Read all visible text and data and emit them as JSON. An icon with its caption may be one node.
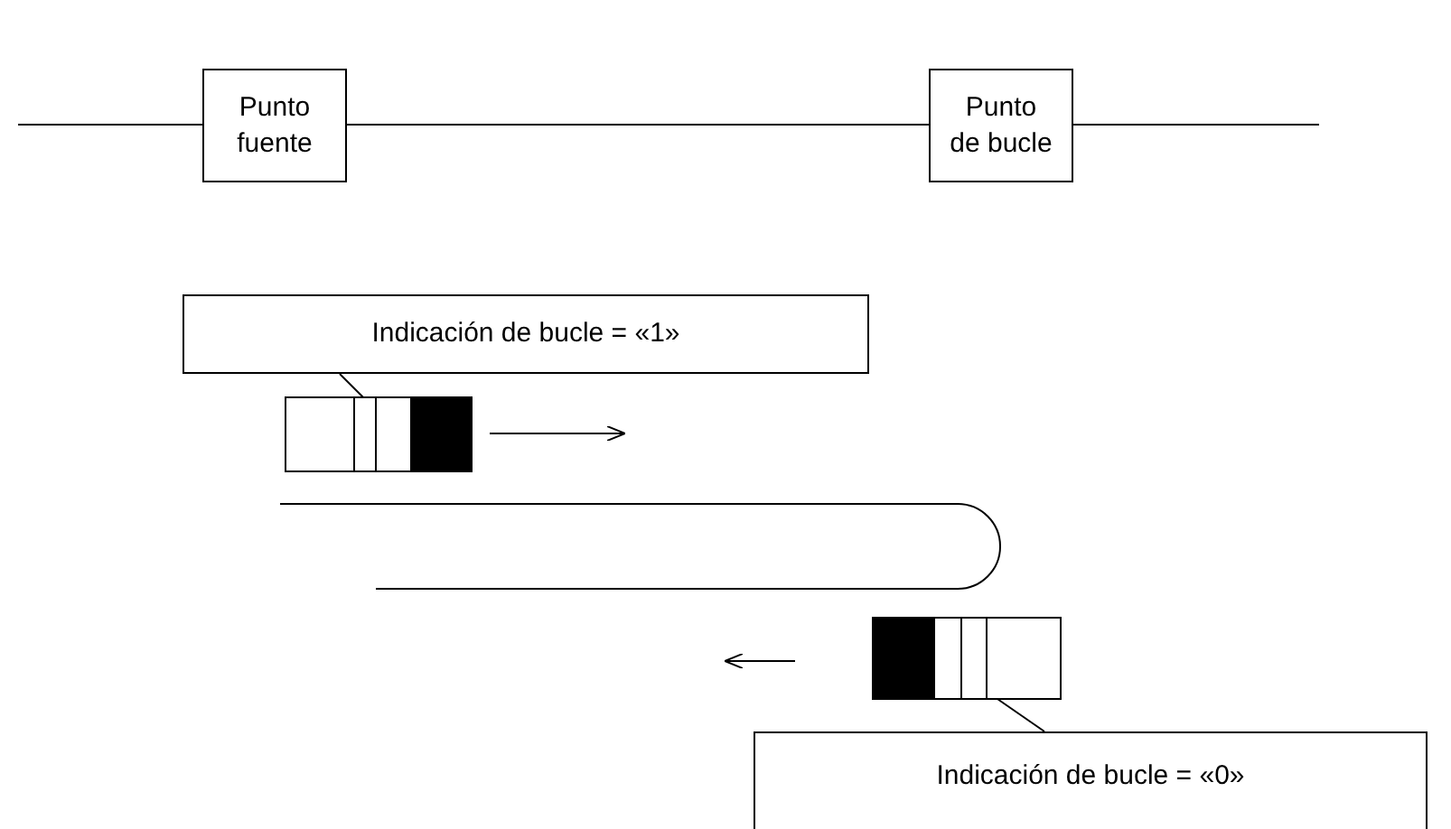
{
  "diagram": {
    "nodes": [
      {
        "text": [
          "Punto fuente"
        ]
      },
      {
        "text": [
          "Punto de bucle"
        ]
      },
      {
        "text": [
          "Indicación de bucle = «1»"
        ]
      },
      {
        "text": [],
        "shape": "picture"
      },
      {
        "text": [
          "Indicación de bucle = «0»"
        ]
      },
      {
        "text": [],
        "shape": "picture"
      }
    ],
    "edges": [
      {
        "from": null,
        "to": 0,
        "arrow": "none"
      },
      {
        "from": 0,
        "to": 1,
        "arrow": "none"
      },
      {
        "from": 1,
        "to": null,
        "arrow": "none"
      },
      {
        "from": 2,
        "to": 3,
        "arrow": "none"
      },
      {
        "from": 4,
        "to": 5,
        "arrow": "none"
      }
    ]
  }
}
